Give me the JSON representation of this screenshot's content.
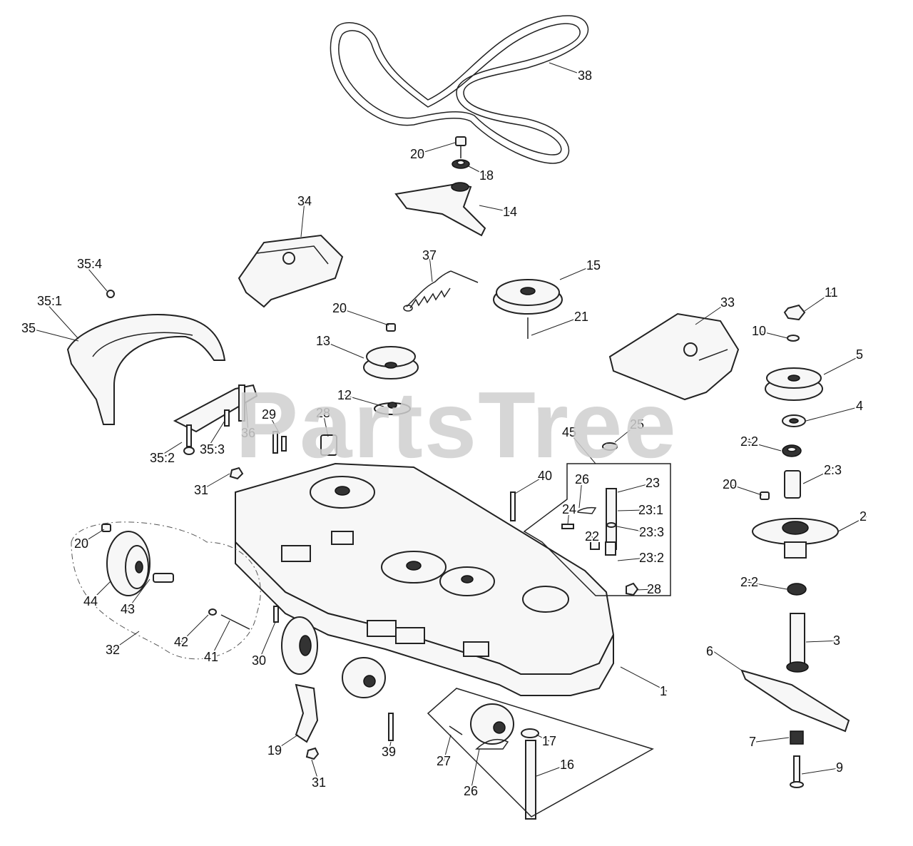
{
  "watermark": "PartsTree",
  "callouts": [
    {
      "id": "c38",
      "label": "38"
    },
    {
      "id": "c20a",
      "label": "20"
    },
    {
      "id": "c18",
      "label": "18"
    },
    {
      "id": "c14",
      "label": "14"
    },
    {
      "id": "c34",
      "label": "34"
    },
    {
      "id": "c37",
      "label": "37"
    },
    {
      "id": "c15",
      "label": "15"
    },
    {
      "id": "c35_4",
      "label": "35:4"
    },
    {
      "id": "c35_1",
      "label": "35:1"
    },
    {
      "id": "c35",
      "label": "35"
    },
    {
      "id": "c20b",
      "label": "20"
    },
    {
      "id": "c21",
      "label": "21"
    },
    {
      "id": "c33",
      "label": "33"
    },
    {
      "id": "c11",
      "label": "11"
    },
    {
      "id": "c10",
      "label": "10"
    },
    {
      "id": "c13",
      "label": "13"
    },
    {
      "id": "c5",
      "label": "5"
    },
    {
      "id": "c12",
      "label": "12"
    },
    {
      "id": "c4",
      "label": "4"
    },
    {
      "id": "c29",
      "label": "29"
    },
    {
      "id": "c28a",
      "label": "28"
    },
    {
      "id": "c25",
      "label": "25"
    },
    {
      "id": "c45",
      "label": "45"
    },
    {
      "id": "c35_2",
      "label": "35:2"
    },
    {
      "id": "c35_3",
      "label": "35:3"
    },
    {
      "id": "c36",
      "label": "36"
    },
    {
      "id": "c2_2a",
      "label": "2:2"
    },
    {
      "id": "c2_3",
      "label": "2:3"
    },
    {
      "id": "c31a",
      "label": "31"
    },
    {
      "id": "c40",
      "label": "40"
    },
    {
      "id": "c26a",
      "label": "26"
    },
    {
      "id": "c23",
      "label": "23"
    },
    {
      "id": "c20c",
      "label": "20"
    },
    {
      "id": "c23_1",
      "label": "23:1"
    },
    {
      "id": "c2",
      "label": "2"
    },
    {
      "id": "c24",
      "label": "24"
    },
    {
      "id": "c23_3",
      "label": "23:3"
    },
    {
      "id": "c22",
      "label": "22"
    },
    {
      "id": "c23_2",
      "label": "23:2"
    },
    {
      "id": "c20d",
      "label": "20"
    },
    {
      "id": "c28b",
      "label": "28"
    },
    {
      "id": "c2_2b",
      "label": "2:2"
    },
    {
      "id": "c44",
      "label": "44"
    },
    {
      "id": "c43",
      "label": "43"
    },
    {
      "id": "c3",
      "label": "3"
    },
    {
      "id": "c6",
      "label": "6"
    },
    {
      "id": "c32",
      "label": "32"
    },
    {
      "id": "c42",
      "label": "42"
    },
    {
      "id": "c41",
      "label": "41"
    },
    {
      "id": "c30",
      "label": "30"
    },
    {
      "id": "c1",
      "label": "1"
    },
    {
      "id": "c17",
      "label": "17"
    },
    {
      "id": "c7",
      "label": "7"
    },
    {
      "id": "c19",
      "label": "19"
    },
    {
      "id": "c39",
      "label": "39"
    },
    {
      "id": "c27",
      "label": "27"
    },
    {
      "id": "c16",
      "label": "16"
    },
    {
      "id": "c9",
      "label": "9"
    },
    {
      "id": "c26b",
      "label": "26"
    },
    {
      "id": "c31b",
      "label": "31"
    }
  ]
}
